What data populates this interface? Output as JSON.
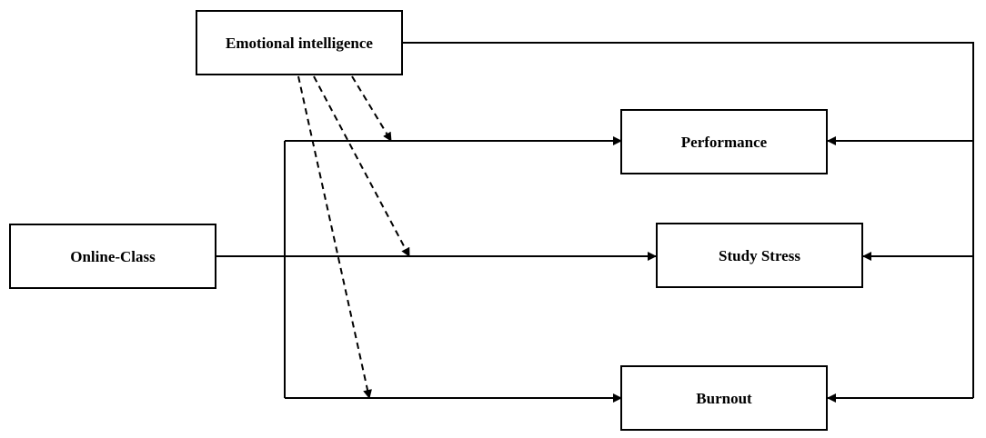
{
  "diagram": {
    "nodes": {
      "emotional_intelligence": "Emotional intelligence",
      "online_class": "Online-Class",
      "performance": "Performance",
      "study_stress": "Study Stress",
      "burnout": "Burnout"
    },
    "colors": {
      "line": "#000000",
      "box_fill": "#ffffff",
      "background": "#ffffff"
    }
  }
}
